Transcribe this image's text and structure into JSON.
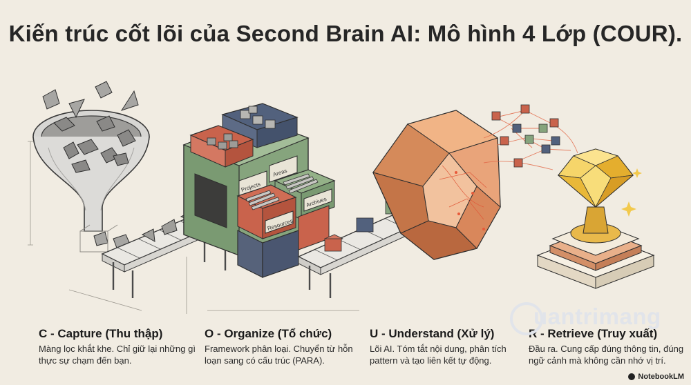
{
  "title": "Kiến trúc cốt lõi của Second Brain AI: Mô hình 4 Lớp (COUR).",
  "steps": [
    {
      "title": "C - Capture (Thu thập)",
      "desc": "Màng lọc khắt khe. Chỉ giữ lại những gì thực sự chạm đến bạn."
    },
    {
      "title": "O - Organize (Tổ chức)",
      "desc": "Framework phân loại. Chuyển từ hỗn loạn sang có cấu trúc (PARA)."
    },
    {
      "title": "U - Understand (Xử lý)",
      "desc": "Lõi AI. Tóm tắt nội dung, phân tích pattern và tạo liên kết tự động."
    },
    {
      "title": "R - Retrieve (Truy xuất)",
      "desc": "Đầu ra. Cung cấp đúng thông tin, đúng ngữ cảnh mà không cần nhớ vị trí."
    }
  ],
  "drawer_labels": [
    "Projects",
    "Areas",
    "Archives",
    "Resources"
  ],
  "watermark": "uantrimang",
  "badge": "NotebookLM",
  "colors": {
    "background": "#f1ece2",
    "organize_green": "#7a9a72",
    "organize_red": "#c9634c",
    "organize_blue": "#56627a",
    "understand_orange": "#d58a5a",
    "gem_gold": "#e8b93a"
  }
}
